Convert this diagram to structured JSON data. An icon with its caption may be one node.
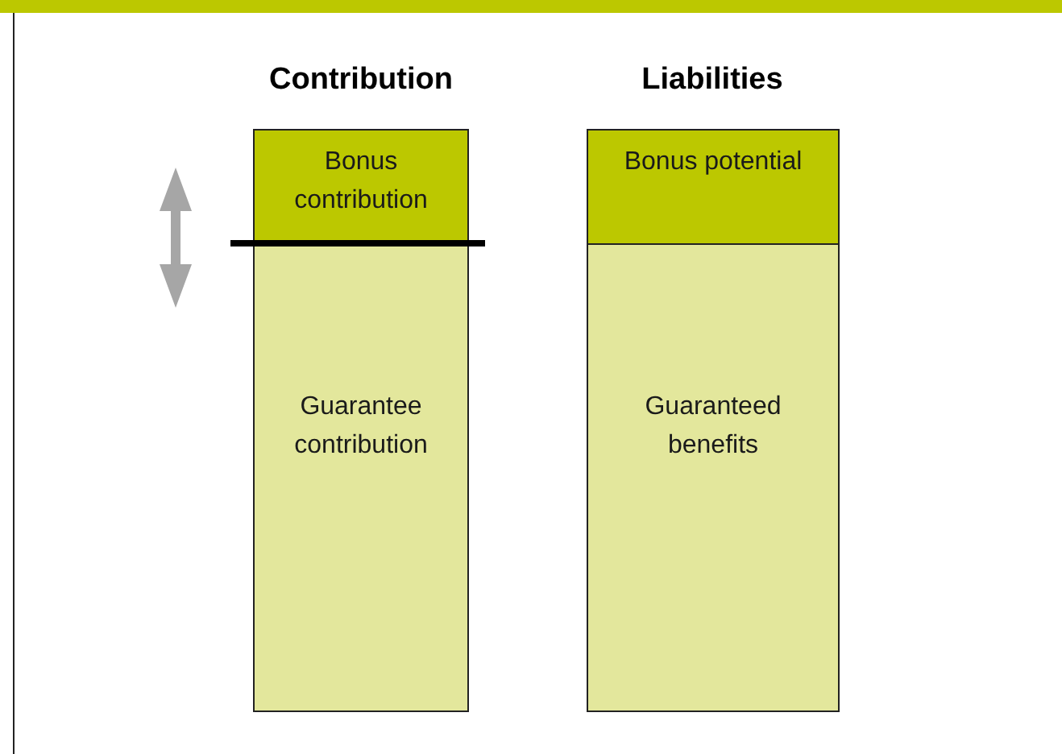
{
  "diagram": {
    "nodes": [
      {
        "text": [
          "Bonus contribution"
        ]
      },
      {
        "text": [
          "Guarantee contribution"
        ]
      },
      {
        "text": [
          "Bonus potential"
        ]
      },
      {
        "text": [
          "Guaranteed benefits"
        ]
      }
    ],
    "labels": [
      "Contribution",
      "Liabilities"
    ]
  }
}
